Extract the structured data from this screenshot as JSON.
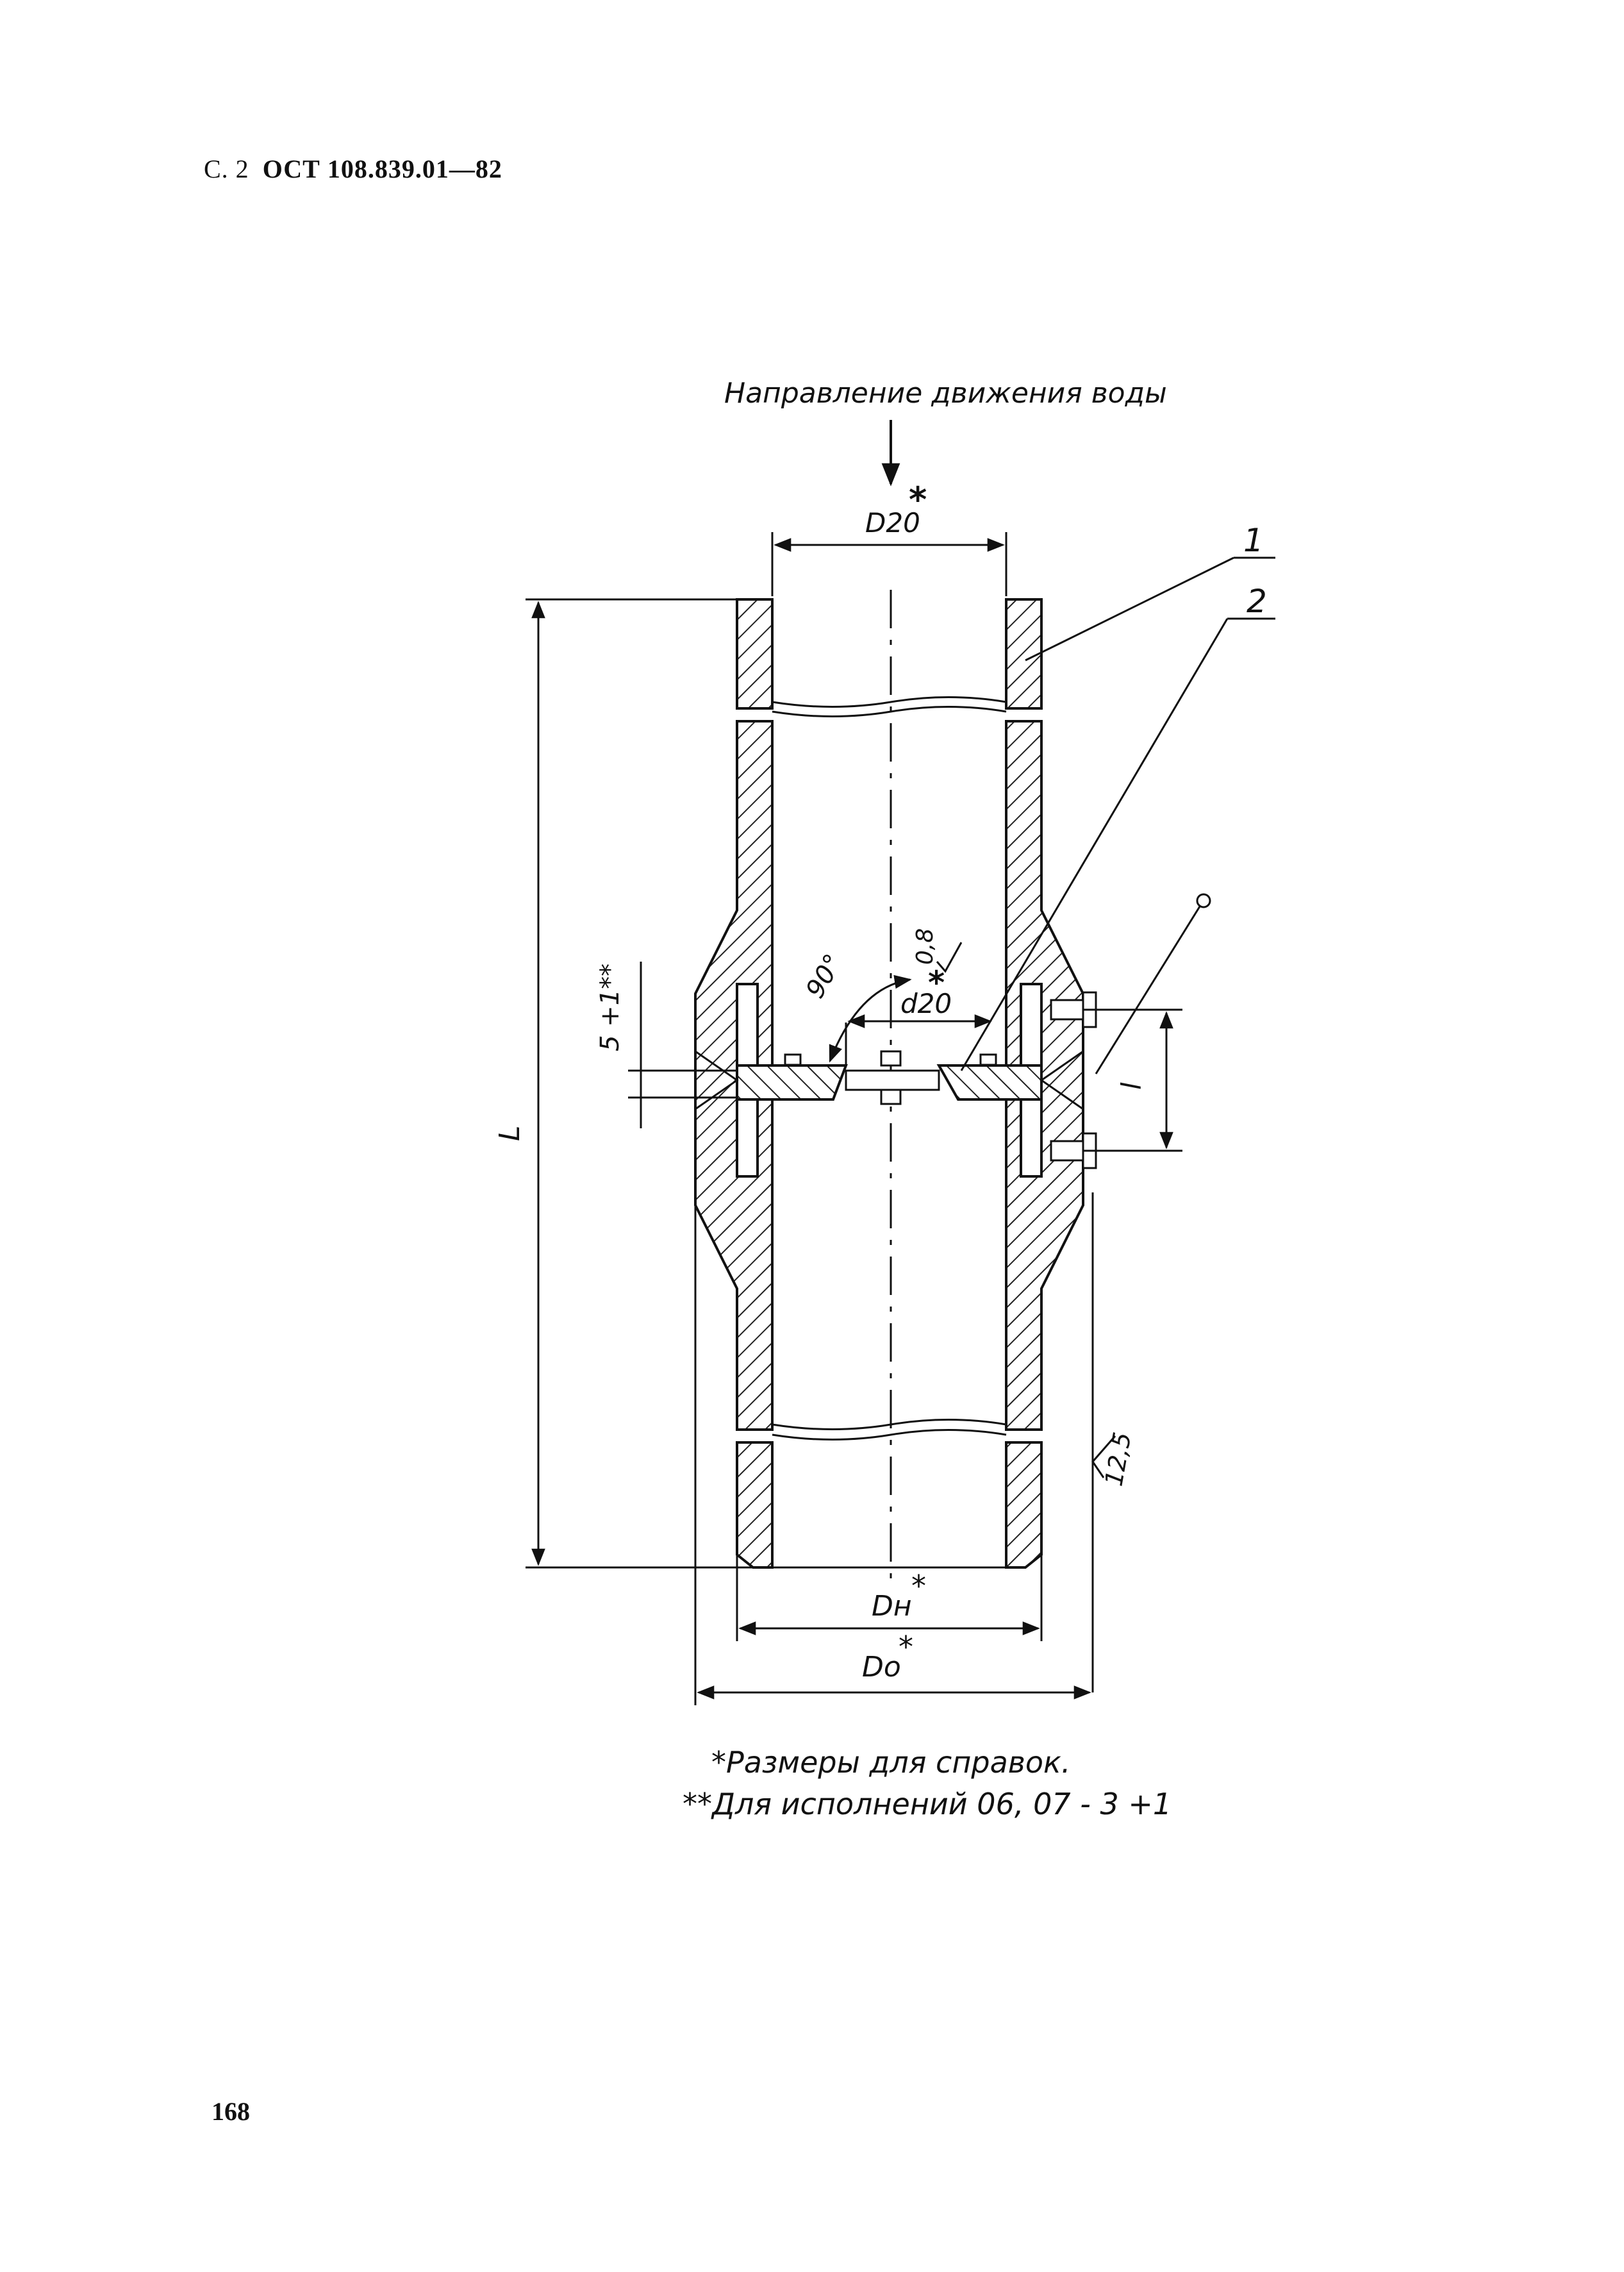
{
  "header": {
    "page_prefix": "С. 2",
    "standard": "ОСТ 108.839.01—82"
  },
  "page_number": "168",
  "drawing": {
    "flow_direction_label": "Направление движения воды",
    "dims": {
      "D20": "D20",
      "d20": "d20",
      "Dn": "Dн",
      "Do": "Do",
      "L": "L",
      "l": "l",
      "angle": "90°",
      "roughness_top": "0,8",
      "roughness_side": "12,5",
      "gap": "5 +1**"
    },
    "asterisk": "*",
    "parts": {
      "p1": "1",
      "p2": "2"
    }
  },
  "notes": {
    "n1": "*Размеры для справок.",
    "n2": "**Для исполнений 06, 07 - 3 +1"
  }
}
